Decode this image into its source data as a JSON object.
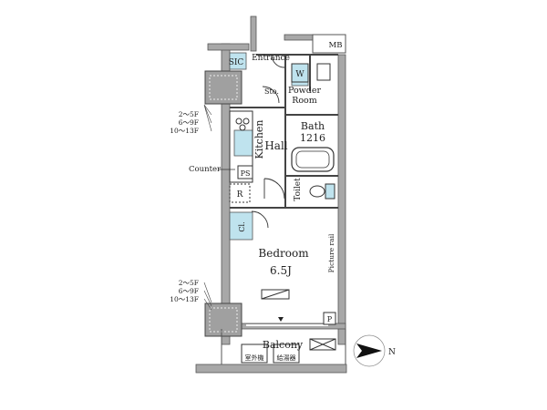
{
  "rooms": {
    "bedroom": "Bedroom",
    "bedroom_size": "6.5J",
    "kitchen": "Kitchen",
    "hall": "Hall",
    "bath": "Bath",
    "bath_size": "1216",
    "toilet": "Toilet",
    "powder_room_line1": "Powder",
    "powder_room_line2": "Room",
    "balcony": "Balcony",
    "entrance": "Entrance",
    "sic": "SIC",
    "mb": "MB",
    "storage": "Sto."
  },
  "fixtures": {
    "washer": "W",
    "ps": "PS",
    "refrigerator": "R",
    "closet": "Cl.",
    "pipe_space": "P",
    "picture_rail": "Picture rail",
    "counter": "Counter",
    "unit_label_left": "室外機",
    "unit_label_right": "給湯器"
  },
  "floor_notes": {
    "upper": [
      "2～5F",
      "6～9F",
      "10～13F"
    ],
    "lower": [
      "2～5F",
      "6～9F",
      "10～13F"
    ]
  },
  "compass": {
    "north_label": "N"
  },
  "colors": {
    "wall": "#9a9a9a",
    "accent": "#bfe3ee",
    "line": "#333333"
  }
}
